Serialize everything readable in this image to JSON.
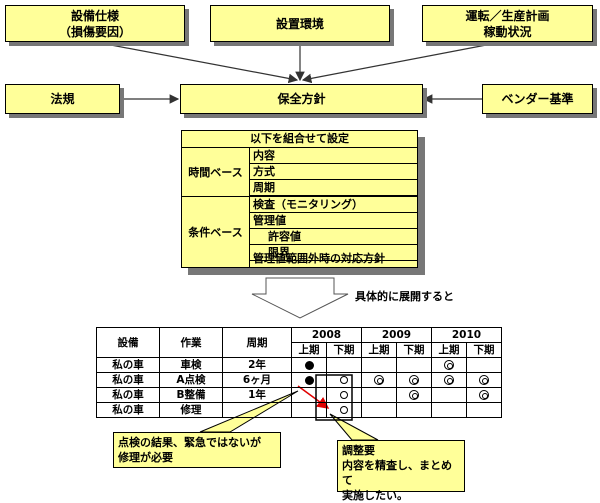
{
  "top_boxes": {
    "equipment": "設備仕様\n（損傷要因）",
    "environment": "設置環境",
    "operation": "運転／生産計画\n稼動状況"
  },
  "law": "法規",
  "policy": "保全方針",
  "vendor": "ベンダー基準",
  "panel": {
    "header": "以下を組合せて設定",
    "time_base": "時間ベース",
    "time_items": [
      "内容",
      "方式",
      "周期"
    ],
    "cond_base": "条件ベース",
    "cond_items": [
      "検査（モニタリング）",
      "管理値",
      "許容値",
      "限界",
      "管理値範囲外時の対応方針"
    ]
  },
  "expand_label": "具体的に展開すると",
  "table": {
    "headers": {
      "equipment": "設備",
      "work": "作業",
      "period": "周期"
    },
    "years": [
      "2008",
      "2009",
      "2010"
    ],
    "halves": [
      "上期",
      "下期"
    ],
    "rows": [
      {
        "equipment": "私の車",
        "work": "車検",
        "period": "2年",
        "marks": [
          "dot",
          "",
          "",
          "",
          "o2",
          ""
        ]
      },
      {
        "equipment": "私の車",
        "work": "A点検",
        "period": "6ヶ月",
        "marks": [
          "dot",
          "o1",
          "o2",
          "o2",
          "o2",
          "o2"
        ]
      },
      {
        "equipment": "私の車",
        "work": "B整備",
        "period": "1年",
        "marks": [
          "",
          "o1",
          "",
          "o2",
          "",
          "o2"
        ]
      },
      {
        "equipment": "私の車",
        "work": "修理",
        "period": "",
        "marks": [
          "",
          "o1",
          "",
          "",
          "",
          ""
        ]
      }
    ]
  },
  "callout_left": "点検の結果、緊急ではないが\n修理が必要",
  "callout_right": "調整要\n内容を精査し、まとめて\n実施したい。"
}
